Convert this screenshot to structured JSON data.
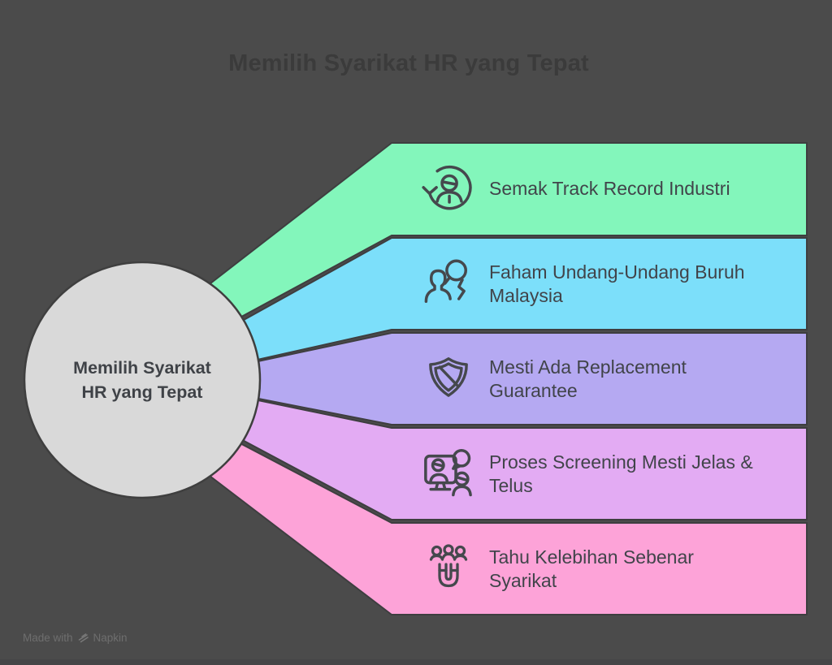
{
  "title": "Memilih Syarikat HR yang Tepat",
  "center": {
    "label": "Memilih Syarikat\nHR yang Tepat",
    "fill": "#d9d9d9"
  },
  "bands": [
    {
      "label": "Semak Track Record Industri",
      "color": "#83f6bb",
      "icon": "user-history-icon"
    },
    {
      "label": "Faham Undang-Undang Buruh\nMalaysia",
      "color": "#7cdffa",
      "icon": "user-search-icon"
    },
    {
      "label": "Mesti Ada Replacement\nGuarantee",
      "color": "#b5a9f2",
      "icon": "shield-slash-icon"
    },
    {
      "label": "Proses Screening Mesti Jelas &\nTelus",
      "color": "#e3abf3",
      "icon": "video-screening-icon"
    },
    {
      "label": "Tahu Kelebihan Sebenar\nSyarikat",
      "color": "#fda3d8",
      "icon": "magnet-people-icon"
    }
  ],
  "footer": {
    "made_with": "Made with",
    "brand": "Napkin"
  },
  "colors": {
    "background": "#4b4b4b",
    "band_outline": "#3e3e40",
    "icon_and_text": "#45484d",
    "title_text": "#3b3b3b"
  }
}
